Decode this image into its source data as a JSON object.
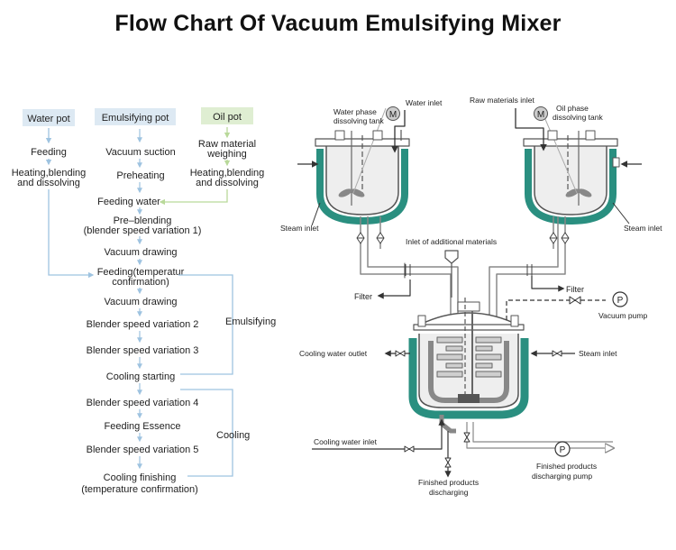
{
  "title": "Flow Chart Of Vacuum Emulsifying Mixer",
  "flow": {
    "headers": {
      "water_pot": "Water pot",
      "emulsifying_pot": "Emulsifying pot",
      "oil_pot": "Oil pot"
    },
    "colors": {
      "water_pot": "#dde9f3",
      "emulsifying_pot": "#dde9f3",
      "oil_pot": "#dfeed2",
      "arrow_blue": "#9ec3e0",
      "arrow_green": "#b9d99a"
    },
    "water_steps": [
      [
        "Feeding"
      ],
      [
        "Heating,blending",
        "and dissolving"
      ]
    ],
    "oil_steps": [
      [
        "Raw material",
        "weighing"
      ],
      [
        "Heating,blending",
        "and dissolving"
      ]
    ],
    "main_steps": [
      [
        "Vacuum suction"
      ],
      [
        "Preheating"
      ],
      [
        "Feeding water"
      ],
      [
        "Pre–blending",
        "(blender speed variation 1)"
      ],
      [
        "Vacuum drawing"
      ],
      [
        "Feeding(temperatur",
        "confirmation)"
      ],
      [
        "Vacuum drawing"
      ],
      [
        "Blender speed variation 2"
      ],
      [
        "Blender speed variation 3"
      ],
      [
        "Cooling starting"
      ],
      [
        "Blender speed variation 4"
      ],
      [
        "Feeding Essence"
      ],
      [
        "Blender speed variation 5"
      ],
      [
        "Cooling finishing",
        "(temperature confirmation)"
      ]
    ],
    "groups": {
      "emulsifying": "Emulsifying",
      "cooling": "Cooling"
    }
  },
  "schematic": {
    "colors": {
      "jacket": "#2a8f80",
      "pipe": "#888888",
      "vessel_fill": "#eeeeee",
      "dark": "#555555"
    },
    "motor_symbol": "M",
    "pump_symbol": "P",
    "labels": {
      "water_inlet": "Water inlet",
      "water_tank": [
        "Water phase",
        "dissolving tank"
      ],
      "raw_inlet": "Raw materials inlet",
      "oil_tank": [
        "Oil phase",
        "dissolving tank"
      ],
      "steam_inlet_left": "Steam inlet",
      "steam_inlet_right": "Steam inlet",
      "additional": "Inlet of additional materials",
      "filter_left": "Filter",
      "filter_right": "Filter",
      "vacuum_pump": "Vacuum pump",
      "cooling_outlet": "Cooling water outlet",
      "steam_inlet_main": "Steam inlet",
      "cooling_inlet": "Cooling water inlet",
      "finished": [
        "Finished products",
        "discharging"
      ],
      "discharge_pump": [
        "Finished products",
        "discharging pump"
      ]
    }
  }
}
